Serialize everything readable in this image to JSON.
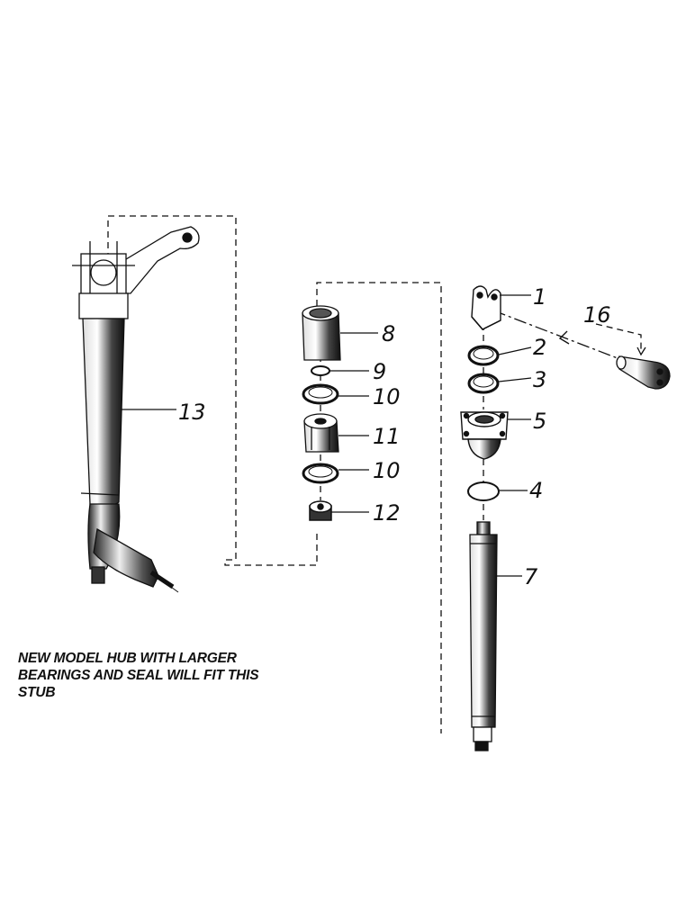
{
  "callouts": {
    "c1": "1",
    "c2": "2",
    "c3": "3",
    "c4": "4",
    "c5": "5",
    "c7": "7",
    "c8": "8",
    "c9": "9",
    "c10a": "10",
    "c10b": "10",
    "c11": "11",
    "c12": "12",
    "c13": "13",
    "c16": "16"
  },
  "note": {
    "line1": "NEW MODEL HUB WITH LARGER",
    "line2": "BEARINGS AND  SEAL WILL FIT THIS",
    "line3": "STUB"
  },
  "colors": {
    "ink": "#111111",
    "background": "#ffffff"
  }
}
